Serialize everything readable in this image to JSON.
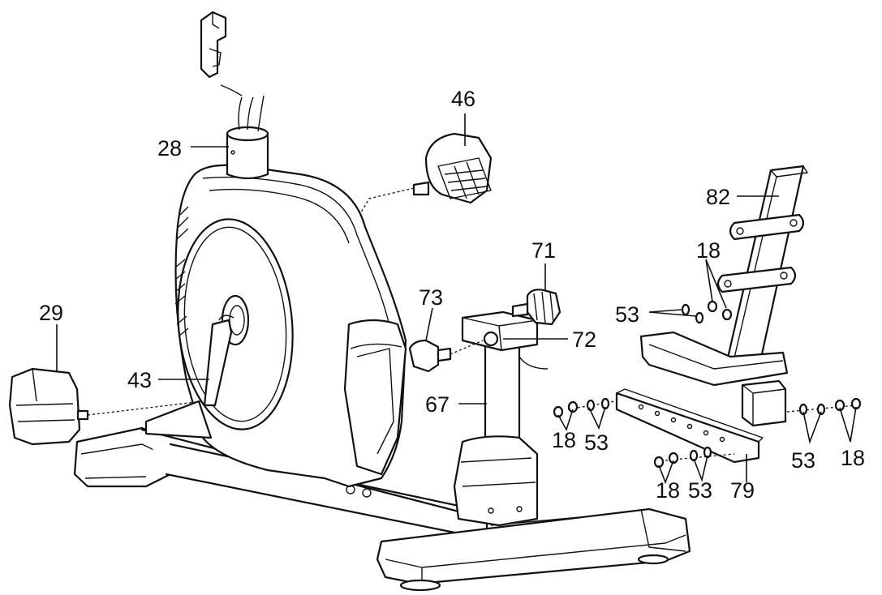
{
  "labels": {
    "p28": "28",
    "p46": "46",
    "p82": "82",
    "p18a": "18",
    "p71": "71",
    "p53a": "53",
    "p73": "73",
    "p72": "72",
    "p29": "29",
    "p43": "43",
    "p67": "67",
    "p18b": "18",
    "p53b": "53",
    "p53c": "53",
    "p18c": "18",
    "p18d": "18",
    "p53d": "53",
    "p79": "79"
  }
}
